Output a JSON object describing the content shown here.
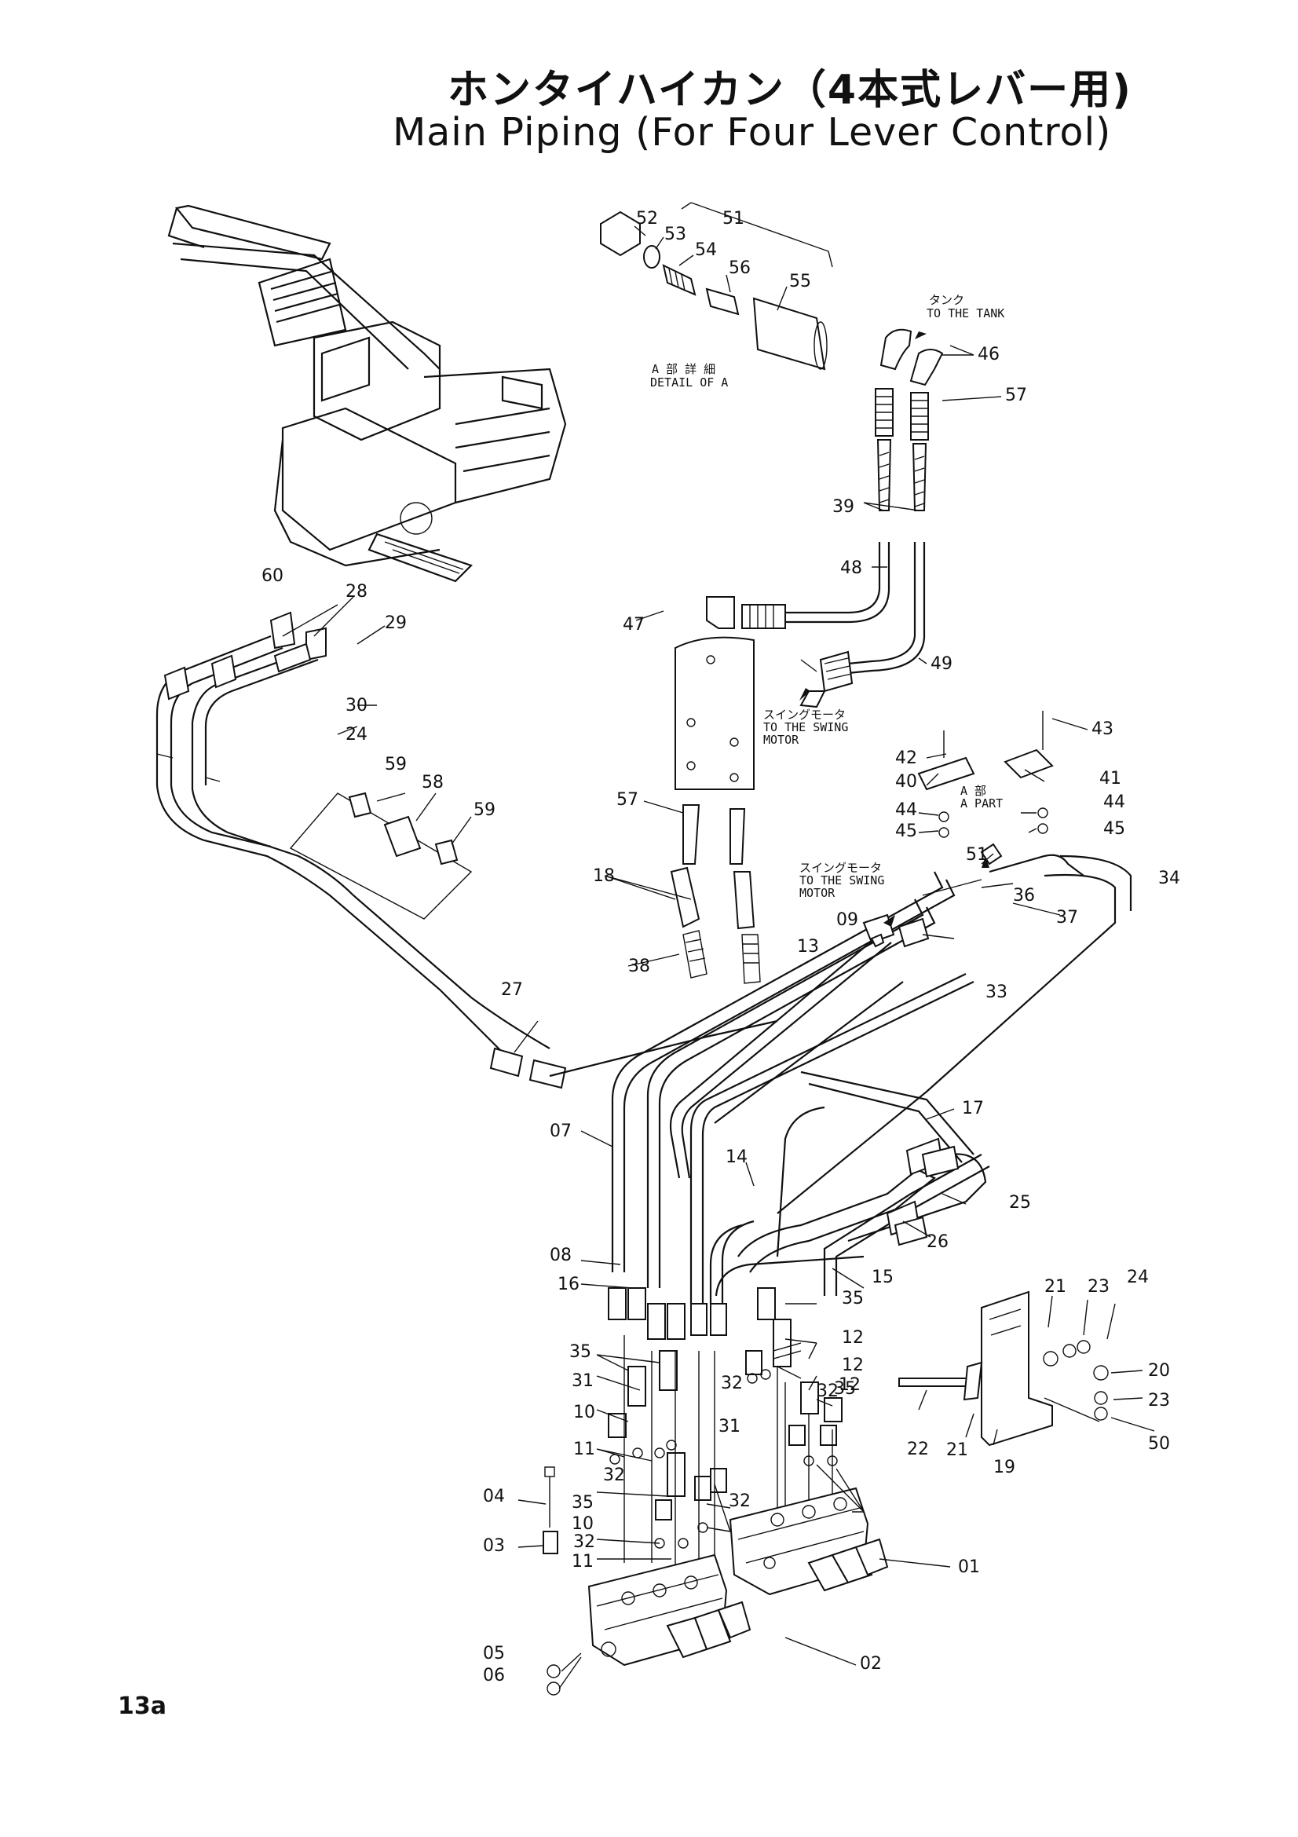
{
  "title_jp": "ホンタイハイカン（4本式レバー用)",
  "title_en": "Main Piping (For Four Lever Control)",
  "page_number": "13a",
  "notes": {
    "detail_jp": "A 部 詳 細",
    "detail_en": "DETAIL OF A",
    "tank_jp": "タンク",
    "tank_en": "TO THE TANK",
    "swing1_jp": "スイングモータ",
    "swing1_en1": "TO THE SWING",
    "swing1_en2": "MOTOR",
    "swing2_jp": "スイングモータ",
    "swing2_en1": "TO THE SWING",
    "swing2_en2": "MOTOR",
    "apart_jp": "A 部",
    "apart_en": "A PART"
  },
  "part_numbers": [
    "52",
    "51",
    "53",
    "54",
    "56",
    "55",
    "46",
    "57",
    "39",
    "48",
    "47",
    "49",
    "60",
    "28",
    "29",
    "30",
    "24",
    "59",
    "58",
    "59",
    "43",
    "42",
    "41",
    "40",
    "44",
    "44",
    "45",
    "45",
    "57",
    "18",
    "38",
    "51",
    "34",
    "36",
    "09",
    "13",
    "37",
    "33",
    "27",
    "07",
    "17",
    "14",
    "25",
    "26",
    "08",
    "15",
    "16",
    "35",
    "12",
    "35",
    "32",
    "12",
    "31",
    "10",
    "11",
    "32",
    "35",
    "12",
    "31",
    "32",
    "04",
    "35",
    "10",
    "32",
    "32",
    "03",
    "11",
    "01",
    "05",
    "06",
    "02",
    "21",
    "23",
    "24",
    "20",
    "23",
    "22",
    "21",
    "19",
    "50"
  ]
}
